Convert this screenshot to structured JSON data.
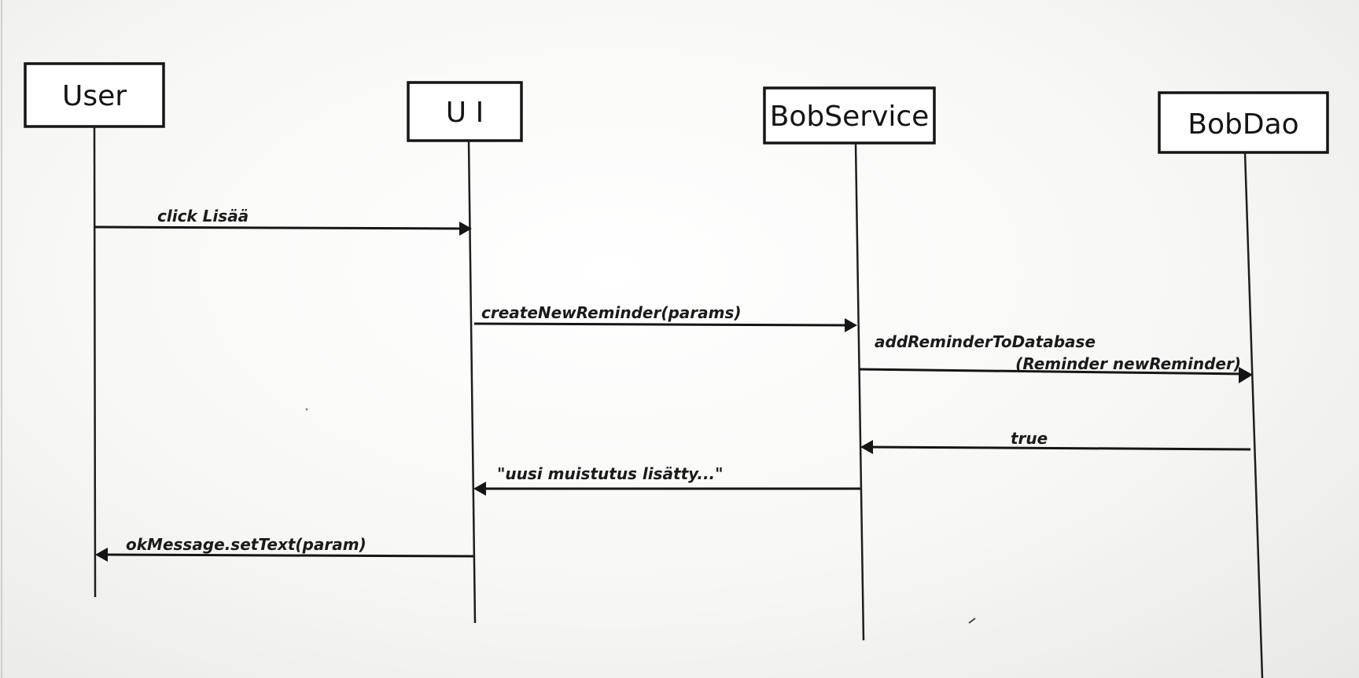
{
  "participants": [
    {
      "id": "user",
      "label": "User"
    },
    {
      "id": "ui",
      "label": "U I"
    },
    {
      "id": "bobservice",
      "label": "BobService"
    },
    {
      "id": "bobdao",
      "label": "BobDao"
    }
  ],
  "messages": [
    {
      "id": "m1",
      "from": "user",
      "to": "ui",
      "lines": [
        "click Lisää"
      ]
    },
    {
      "id": "m2",
      "from": "ui",
      "to": "bobservice",
      "lines": [
        "createNewReminder(params)"
      ]
    },
    {
      "id": "m3",
      "from": "bobservice",
      "to": "bobdao",
      "lines": [
        "addReminderToDatabase",
        "(Reminder newReminder)"
      ]
    },
    {
      "id": "m4",
      "from": "bobdao",
      "to": "bobservice",
      "lines": [
        "true"
      ]
    },
    {
      "id": "m5",
      "from": "bobservice",
      "to": "ui",
      "lines": [
        "\"uusi muistutus lisätty...\""
      ]
    },
    {
      "id": "m6",
      "from": "ui",
      "to": "user",
      "lines": [
        "okMessage.setText(param)"
      ]
    }
  ]
}
